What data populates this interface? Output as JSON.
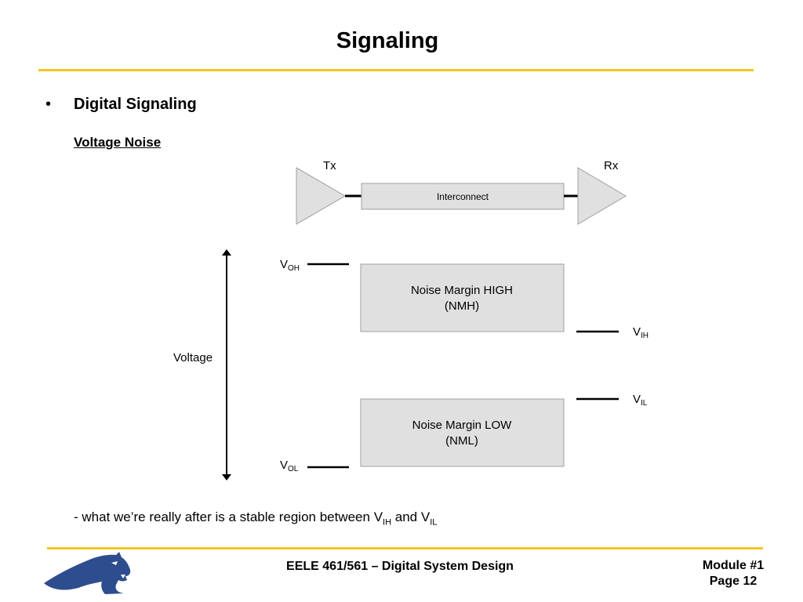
{
  "slide": {
    "title": "Signaling",
    "bullet_glyph": "•",
    "heading": "Digital Signaling",
    "subheading": "Voltage Noise"
  },
  "diagram": {
    "tx_label": "Tx",
    "rx_label": "Rx",
    "interconnect_label": "Interconnect",
    "axis_label": "Voltage",
    "voh": {
      "main": "V",
      "sub": "OH"
    },
    "vih": {
      "main": "V",
      "sub": "IH"
    },
    "vil": {
      "main": "V",
      "sub": "IL"
    },
    "vol": {
      "main": "V",
      "sub": "OL"
    },
    "nmh_line1": "Noise Margin HIGH",
    "nmh_line2": "(NMH)",
    "nml_line1": "Noise Margin LOW",
    "nml_line2": "(NML)"
  },
  "note": {
    "prefix": "- what we’re really after is a stable region between V",
    "sub1": "IH",
    "middle": " and V",
    "sub2": "IL"
  },
  "footer": {
    "course": "EELE 461/561 – Digital System Design",
    "module": "Module #1",
    "page": "Page 12"
  },
  "colors": {
    "accent_rule": "#f2c61f",
    "box_fill": "#e0e0e0",
    "logo_blue": "#2e4d8f"
  }
}
